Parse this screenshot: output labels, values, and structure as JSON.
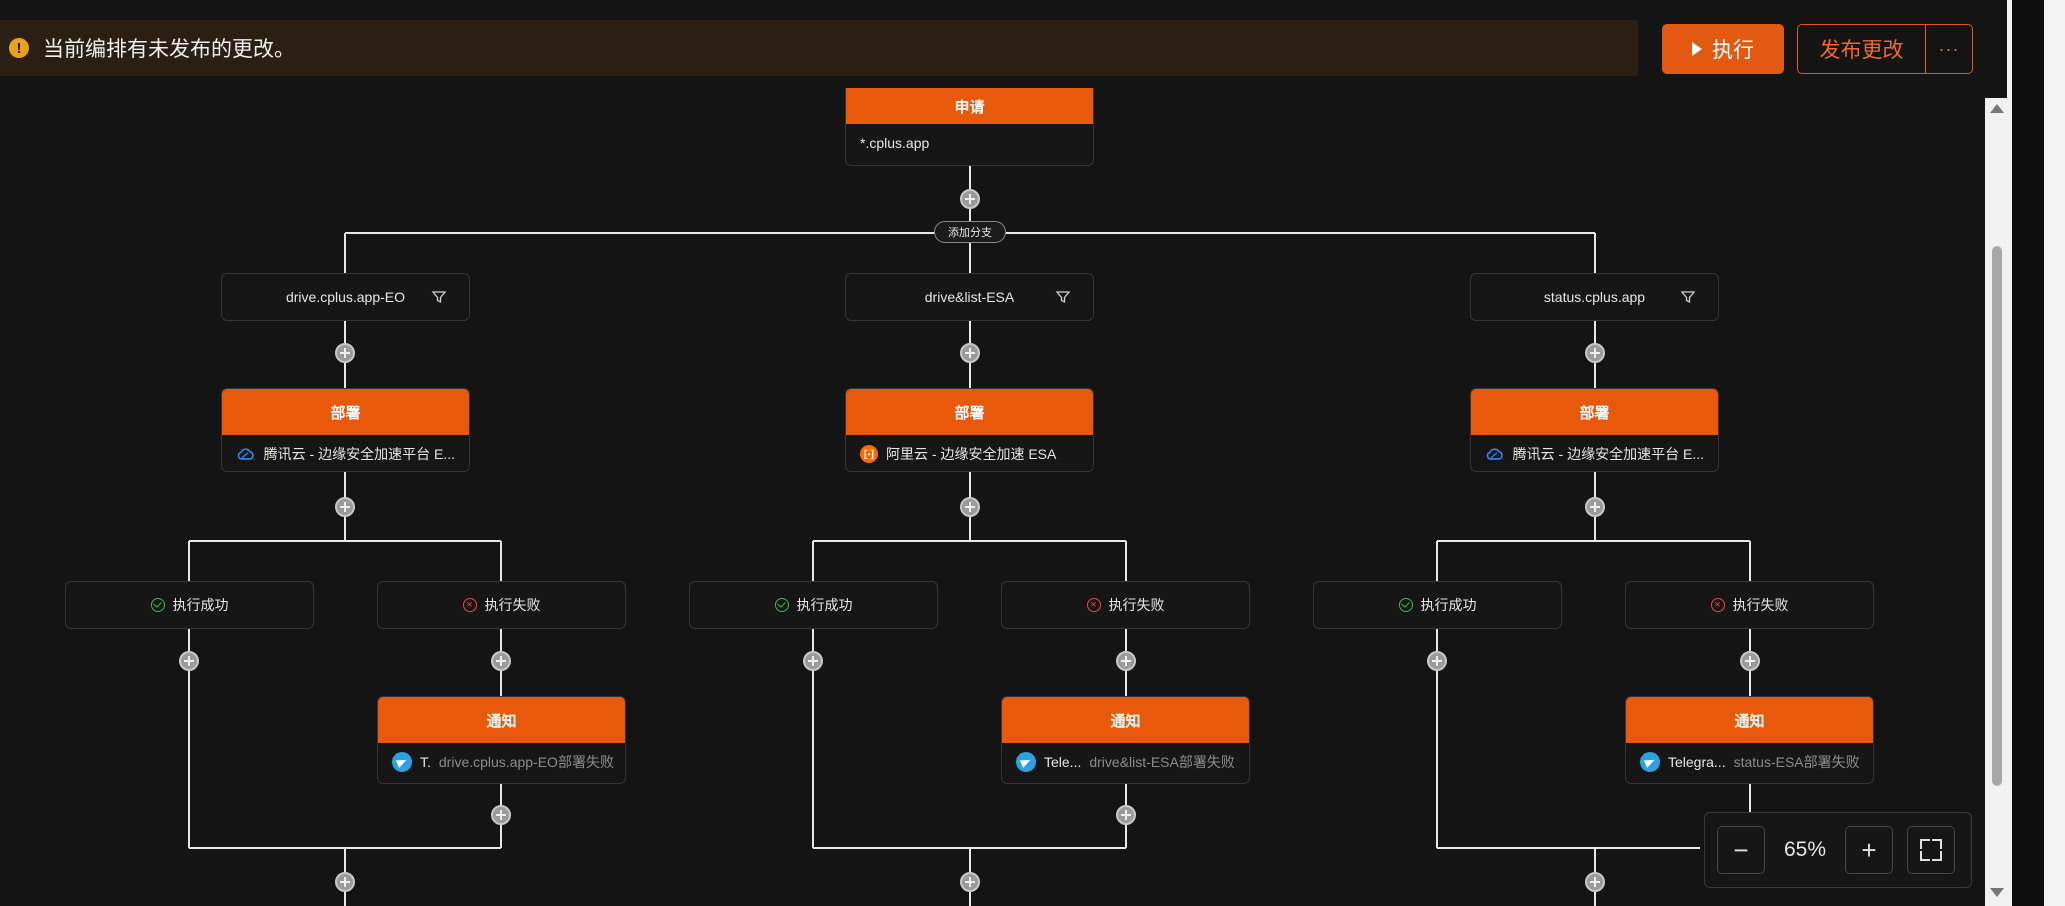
{
  "banner": {
    "message": "当前编排有未发布的更改。"
  },
  "toolbar": {
    "run_label": "执行",
    "publish_label": "发布更改",
    "more_label": "···"
  },
  "flow": {
    "apply_node": {
      "title": "申请",
      "domain": "*.cplus.app"
    },
    "add_branch_label": "添加分支",
    "branches": [
      {
        "condition": "drive.cplus.app-EO",
        "deploy_title": "部署",
        "deploy_target": "腾讯云 - 边缘安全加速平台 E...",
        "provider_icon": "tencent-cloud-icon",
        "success_label": "执行成功",
        "fail_label": "执行失败",
        "notify_title": "通知",
        "notify_channel": "T.",
        "notify_subject": "drive.cplus.app-EO部署失败"
      },
      {
        "condition": "drive&list-ESA",
        "deploy_title": "部署",
        "deploy_target": "阿里云 - 边缘安全加速 ESA",
        "provider_icon": "aliyun-icon",
        "success_label": "执行成功",
        "fail_label": "执行失败",
        "notify_title": "通知",
        "notify_channel": "Tele...",
        "notify_subject": "drive&list-ESA部署失败"
      },
      {
        "condition": "status.cplus.app",
        "deploy_title": "部署",
        "deploy_target": "腾讯云 - 边缘安全加速平台 E...",
        "provider_icon": "tencent-cloud-icon",
        "success_label": "执行成功",
        "fail_label": "执行失败",
        "notify_title": "通知",
        "notify_channel": "Telegra...",
        "notify_subject": "status-ESA部署失败"
      }
    ]
  },
  "zoom": {
    "level": "65%",
    "minus": "−",
    "plus": "+"
  },
  "colors": {
    "accent": "#e8590c",
    "success": "#3fb950",
    "fail": "#e5484d",
    "telegram": "#2aa3e0",
    "aliyun": "#ff6a00"
  }
}
